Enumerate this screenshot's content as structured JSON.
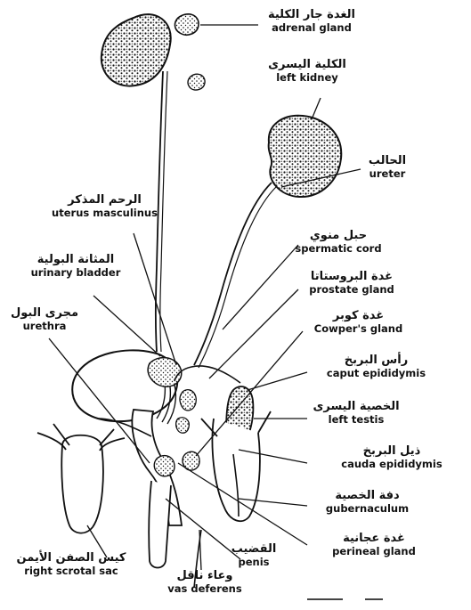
{
  "labels": {
    "adrenal_gland": {
      "ar": "الغدة جار الكلية",
      "en": "adrenal gland"
    },
    "left_kidney": {
      "ar": "الكلية اليسرى",
      "en": "left kidney"
    },
    "ureter": {
      "ar": "الحالب",
      "en": "ureter"
    },
    "uterus_masculinus": {
      "ar": "الرحم المذكر",
      "en": "uterus masculinus"
    },
    "spermatic_cord": {
      "ar": "حبل منوي",
      "en": "spermatic cord"
    },
    "urinary_bladder": {
      "ar": "المثانة البولية",
      "en": "urinary bladder"
    },
    "prostate_gland": {
      "ar": "غدة البروستاتا",
      "en": "prostate gland"
    },
    "urethra": {
      "ar": "مجرى البول",
      "en": "urethra"
    },
    "cowpers_gland": {
      "ar": "غدة كوبر",
      "en": "Cowper's gland"
    },
    "caput_epididymis": {
      "ar": "رأس البربخ",
      "en": "caput epididymis"
    },
    "left_testis": {
      "ar": "الخصية اليسرى",
      "en": "left testis"
    },
    "cauda_epididymis": {
      "ar": "ذيل البربخ",
      "en": "cauda epididymis"
    },
    "gubernaculum": {
      "ar": "دفة الخصية",
      "en": "gubernaculum"
    },
    "perineal_gland": {
      "ar": "غدة عجانية",
      "en": "perineal gland"
    },
    "penis": {
      "ar": "القضيب",
      "en": "penis"
    },
    "right_scrotal_sac": {
      "ar": "كيس الصفن الأيمن",
      "en": "right scrotal sac"
    },
    "vas_deferens": {
      "ar": "وعاء ناقل",
      "en": "vas deferens"
    }
  }
}
